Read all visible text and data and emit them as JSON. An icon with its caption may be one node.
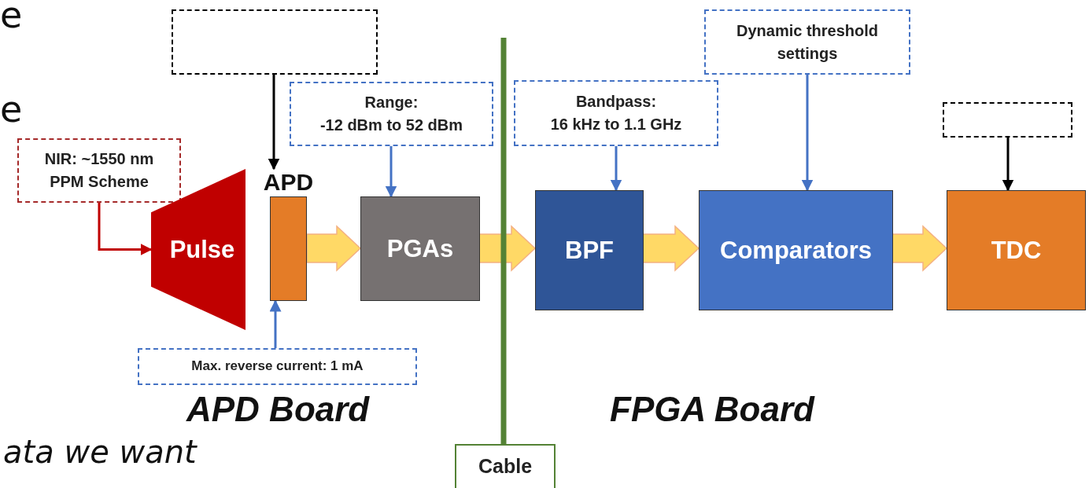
{
  "diagram": {
    "nodes": [
      {
        "text": [
          "NIR: ~1550 nm",
          "PPM Scheme"
        ]
      },
      {
        "text": [
          "Pulse"
        ]
      },
      {
        "text": [],
        "shape": "box"
      },
      {
        "text": [
          "APD"
        ]
      },
      {
        "text": [
          "Range:",
          "-12 dBm to 52 dBm"
        ]
      },
      {
        "text": [
          "PGAs"
        ]
      },
      {
        "text": [
          "Bandpass:",
          "16 kHz to 1.1 GHz"
        ]
      },
      {
        "text": [
          "BPF"
        ]
      },
      {
        "text": [
          "Dynamic threshold settings"
        ]
      },
      {
        "text": [
          "Comparators"
        ]
      },
      {
        "text": [],
        "shape": "box"
      },
      {
        "text": [
          "TDC"
        ]
      },
      {
        "text": [
          "Max. reverse current: 1 mA"
        ]
      },
      {
        "text": [
          "Cable"
        ]
      }
    ],
    "edges": [
      {
        "from": 0,
        "to": 1,
        "arrow": "to",
        "color": "#c00000"
      },
      {
        "from": 2,
        "to": 3,
        "arrow": "to",
        "color": "#000000"
      },
      {
        "from": 4,
        "to": 5,
        "arrow": "to",
        "color": "#4472c4"
      },
      {
        "from": 3,
        "to": 5,
        "arrow": "to",
        "style": "thick",
        "color": "#ffd966"
      },
      {
        "from": 5,
        "to": 7,
        "arrow": "to",
        "style": "thick",
        "color": "#ffd966"
      },
      {
        "from": 6,
        "to": 7,
        "arrow": "to",
        "color": "#4472c4"
      },
      {
        "from": 7,
        "to": 9,
        "arrow": "to",
        "style": "thick",
        "color": "#ffd966"
      },
      {
        "from": 8,
        "to": 9,
        "arrow": "to",
        "color": "#4472c4"
      },
      {
        "from": 9,
        "to": 11,
        "arrow": "to",
        "style": "thick",
        "color": "#ffd966"
      },
      {
        "from": 10,
        "to": 11,
        "arrow": "to",
        "color": "#000000"
      },
      {
        "from": 12,
        "to": 3,
        "arrow": "to",
        "color": "#4472c4"
      },
      {
        "from": null,
        "to": 13,
        "arrow": "none",
        "style": "thick",
        "color": "#548235"
      }
    ],
    "labels": [
      "e",
      "e",
      "APD Board",
      "FPGA Board",
      "ata we want"
    ]
  }
}
